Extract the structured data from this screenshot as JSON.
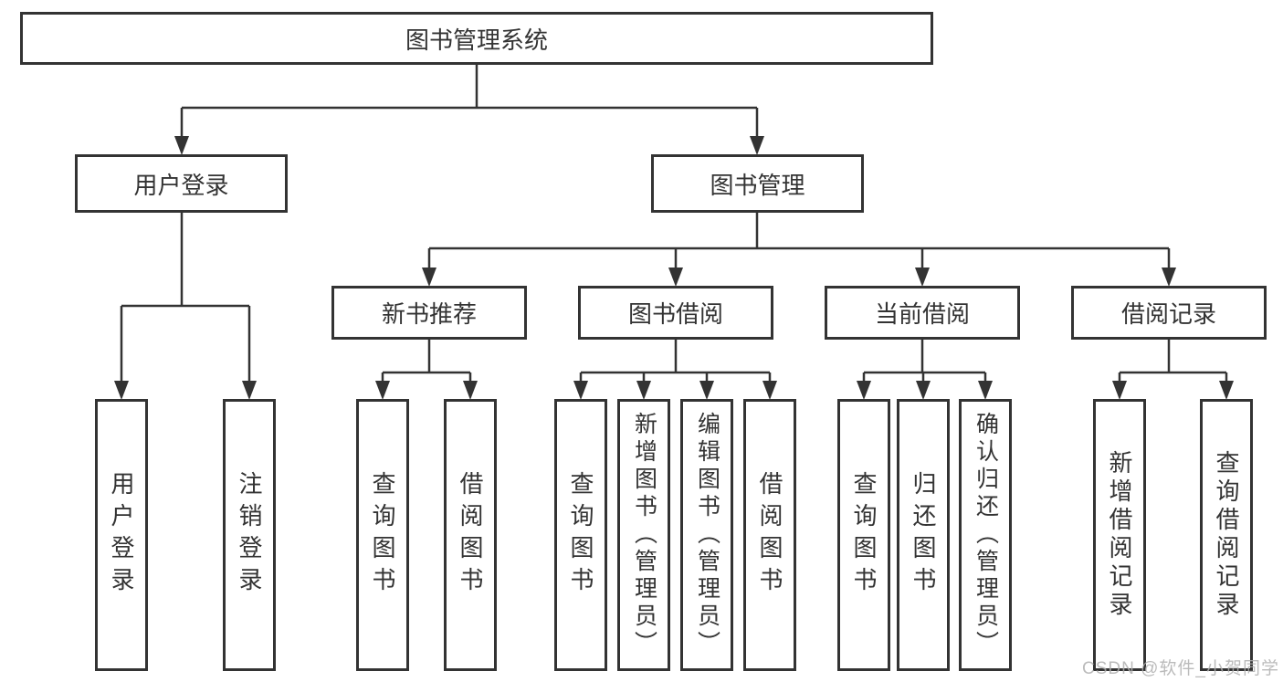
{
  "nodes": {
    "root": {
      "label": "图书管理系统"
    },
    "user_login": {
      "label": "用户登录"
    },
    "book_management": {
      "label": "图书管理"
    },
    "new_book_recommend": {
      "label": "新书推荐"
    },
    "book_borrow": {
      "label": "图书借阅"
    },
    "current_borrow": {
      "label": "当前借阅"
    },
    "borrow_records": {
      "label": "借阅记录"
    }
  },
  "leaves": {
    "user_login": [
      {
        "label": "用户登录"
      },
      {
        "label": "注销登录"
      }
    ],
    "new_book_recommend": [
      {
        "label": "查询图书"
      },
      {
        "label": "借阅图书"
      }
    ],
    "book_borrow": [
      {
        "label": "查询图书"
      },
      {
        "label": "新增图书（管理员）"
      },
      {
        "label": "编辑图书（管理员）"
      },
      {
        "label": "借阅图书"
      }
    ],
    "current_borrow": [
      {
        "label": "查询图书"
      },
      {
        "label": "归还图书"
      },
      {
        "label": "确认归还（管理员）"
      }
    ],
    "borrow_records": [
      {
        "label": "新增借阅记录"
      },
      {
        "label": "查询借阅记录"
      }
    ]
  },
  "watermark": {
    "text": "CSDN @软件_小贺同学"
  },
  "colors": {
    "line": "#333333",
    "text": "#333333",
    "box_background": "#ffffff",
    "watermark": "#b0b0b0",
    "background": "#ffffff"
  }
}
